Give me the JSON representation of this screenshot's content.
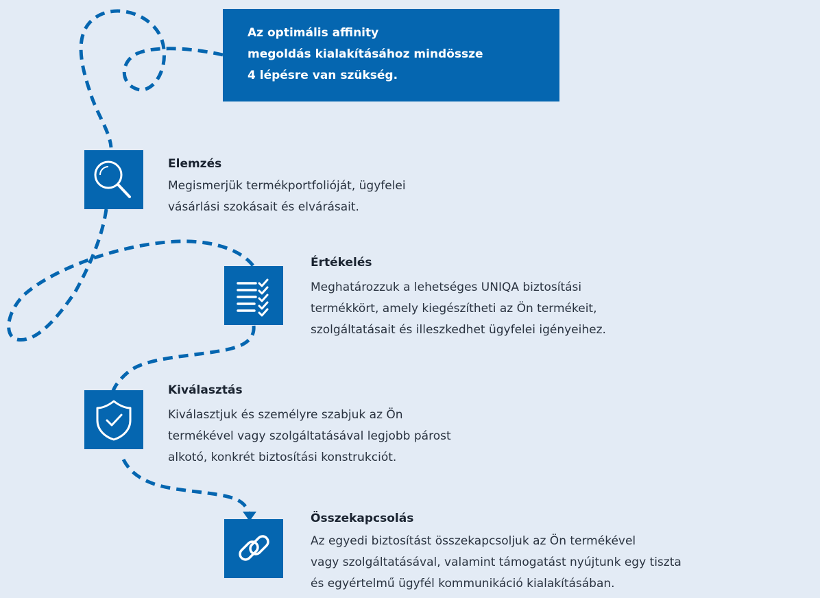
{
  "intro": {
    "lines": [
      "Az optimális affinity",
      "megoldás kialakításához mindössze",
      "4 lépésre van szükség."
    ]
  },
  "steps": [
    {
      "icon": "magnifier-icon",
      "title": "Elemzés",
      "lines": [
        "Megismerjük termékportfolióját, ügyfelei",
        "vásárlási szokásait és elvárásait."
      ]
    },
    {
      "icon": "checklist-icon",
      "title": "Értékelés",
      "lines": [
        "Meghatározzuk a lehetséges UNIQA biztosítási",
        "termékkört, amely kiegészítheti az Ön termékeit,",
        "szolgáltatásait és illeszkedhet ügyfelei igényeihez."
      ]
    },
    {
      "icon": "shield-check-icon",
      "title": "Kiválasztás",
      "lines": [
        "Kiválasztjuk és személyre szabjuk az Ön",
        "termékével vagy szolgáltatásával legjobb párost",
        "alkotó, konkrét biztosítási konstrukciót."
      ]
    },
    {
      "icon": "chain-link-icon",
      "title": "Összekapcsolás",
      "lines": [
        "Az egyedi biztosítást összekapcsoljuk az Ön termékével",
        "vagy szolgáltatásával, valamint támogatást nyújtunk egy tiszta",
        "és egyértelmű ügyfél kommunikáció kialakításában."
      ]
    }
  ],
  "colors": {
    "background": "#e3ebf5",
    "accent": "#0566b0",
    "text": "#202a36"
  }
}
